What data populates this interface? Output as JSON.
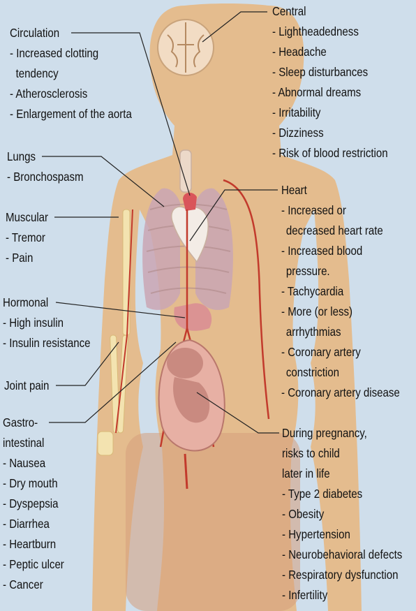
{
  "labels": {
    "central": {
      "heading": "Central",
      "items": [
        "- Lightheadedness",
        "- Headache",
        "- Sleep disturbances",
        "- Abnormal dreams",
        "- Irritability",
        "- Dizziness",
        "- Risk of blood restriction"
      ]
    },
    "circulation": {
      "heading": "Circulation",
      "items": [
        "- Increased clotting",
        "  tendency",
        "- Atherosclerosis",
        "- Enlargement of the aorta"
      ]
    },
    "lungs": {
      "heading": "Lungs",
      "items": [
        "- Bronchospasm"
      ]
    },
    "muscular": {
      "heading": "Muscular",
      "items": [
        "- Tremor",
        "- Pain"
      ]
    },
    "hormonal": {
      "heading": "Hormonal",
      "items": [
        "- High insulin",
        "- Insulin resistance"
      ]
    },
    "joint": {
      "heading": "Joint pain",
      "items": []
    },
    "gastro": {
      "heading": "Gastro-",
      "items": [
        "intestinal",
        "- Nausea",
        "- Dry mouth",
        "- Dyspepsia",
        "- Diarrhea",
        "- Heartburn",
        "- Peptic ulcer",
        "- Cancer"
      ]
    },
    "heart": {
      "heading": "Heart",
      "items": [
        "- Increased or",
        "  decreased heart rate",
        "- Increased blood",
        "  pressure.",
        "- Tachycardia",
        "- More (or less)",
        "  arrhythmias",
        "- Coronary artery",
        "  constriction",
        "- Coronary artery disease"
      ]
    },
    "pregnancy": {
      "heading": "During pregnancy,",
      "items": [
        "risks to child",
        "later in life",
        "- Type 2 diabetes",
        "- Obesity",
        "- Hypertension",
        "- Neurobehavioral defects",
        "- Respiratory dysfunction",
        "- Infertility"
      ]
    }
  },
  "colors": {
    "background": "#cfdeeb",
    "body": "#e4bc8e",
    "leader_line": "#222222",
    "brain": "#f2dcc4",
    "lung": "#caa6b4",
    "heart": "#d9555a",
    "vessel": "#c23a2c",
    "bone": "#f3e3b0",
    "uterus": "#e7b0a4",
    "fetus": "#c98a80",
    "legs": "#d59f7c"
  }
}
